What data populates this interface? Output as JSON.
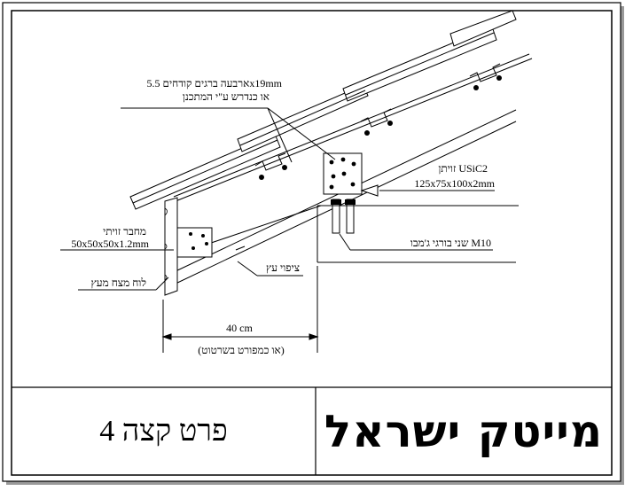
{
  "labels": {
    "screws_line1": "ארבעה ברגים קודחים 5.5x19mm",
    "screws_line2": "או כנדרש ע\"י המתכנן",
    "bracket_name": "זויתן USiC2",
    "bracket_size": "125x75x100x2mm",
    "bolts": "שני בורגי ג'מבו M10",
    "connector_name": "מחבר זויתי",
    "connector_size": "50x50x50x1.2mm",
    "wood_coating": "ציפוי עץ",
    "fascia_board": "לוח מצח מעץ",
    "dimension_value": "40 cm",
    "dimension_note": "(או כמפורט בשרטוט)"
  },
  "title_block": {
    "detail_title": "פרט קצה 4",
    "company_name": "מייטק ישראל"
  }
}
